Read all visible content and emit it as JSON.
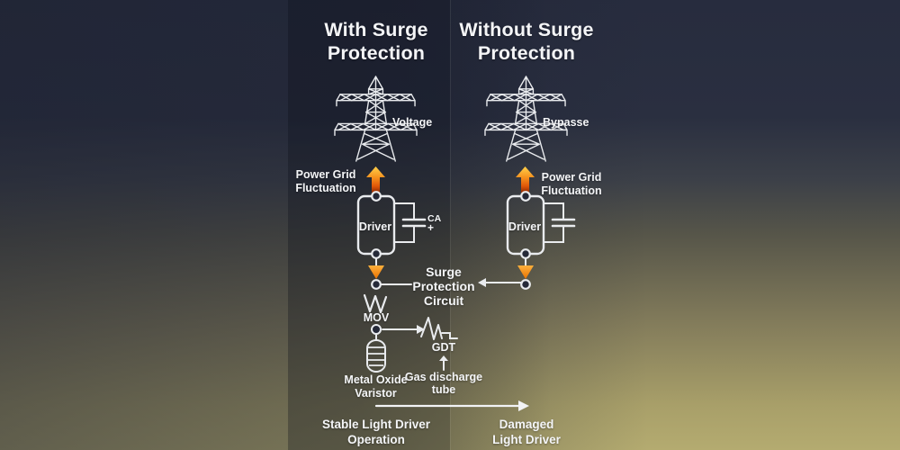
{
  "panels": {
    "left": {
      "title": "With Surge Protection",
      "tower_label": "Voltage",
      "fluctuation_label": "Power Grid Fluctuation",
      "driver_label": "Driver",
      "capacitor_label": "CA",
      "capacitor_polarity": "+",
      "mov_label": "MOV",
      "mov_caption": "Metal Oxide Varistor",
      "gdt_label": "GDT",
      "gdt_caption": "Gas discharge tube",
      "outcome": "Stable Light Driver Operation"
    },
    "right": {
      "title": "Without Surge Protection",
      "tower_label": "Bypasse",
      "fluctuation_label": "Power Grid Fluctuation",
      "driver_label": "Driver",
      "outcome": "Damaged Light Driver"
    }
  },
  "center": {
    "surge_circuit_label": "Surge Protection Circuit"
  },
  "colors": {
    "background_top": "#272c3e",
    "background_bottom_right": "#b4ab70",
    "background_bottom_left": "#5e5d4e",
    "text": "#f4f5f7",
    "line": "#e9ebee",
    "surge_arrow_yellow": "#ffd14a",
    "surge_arrow_orange": "#f6921e",
    "surge_arrow_red": "#8f2b05",
    "down_arrow_orange": "#e87200"
  }
}
